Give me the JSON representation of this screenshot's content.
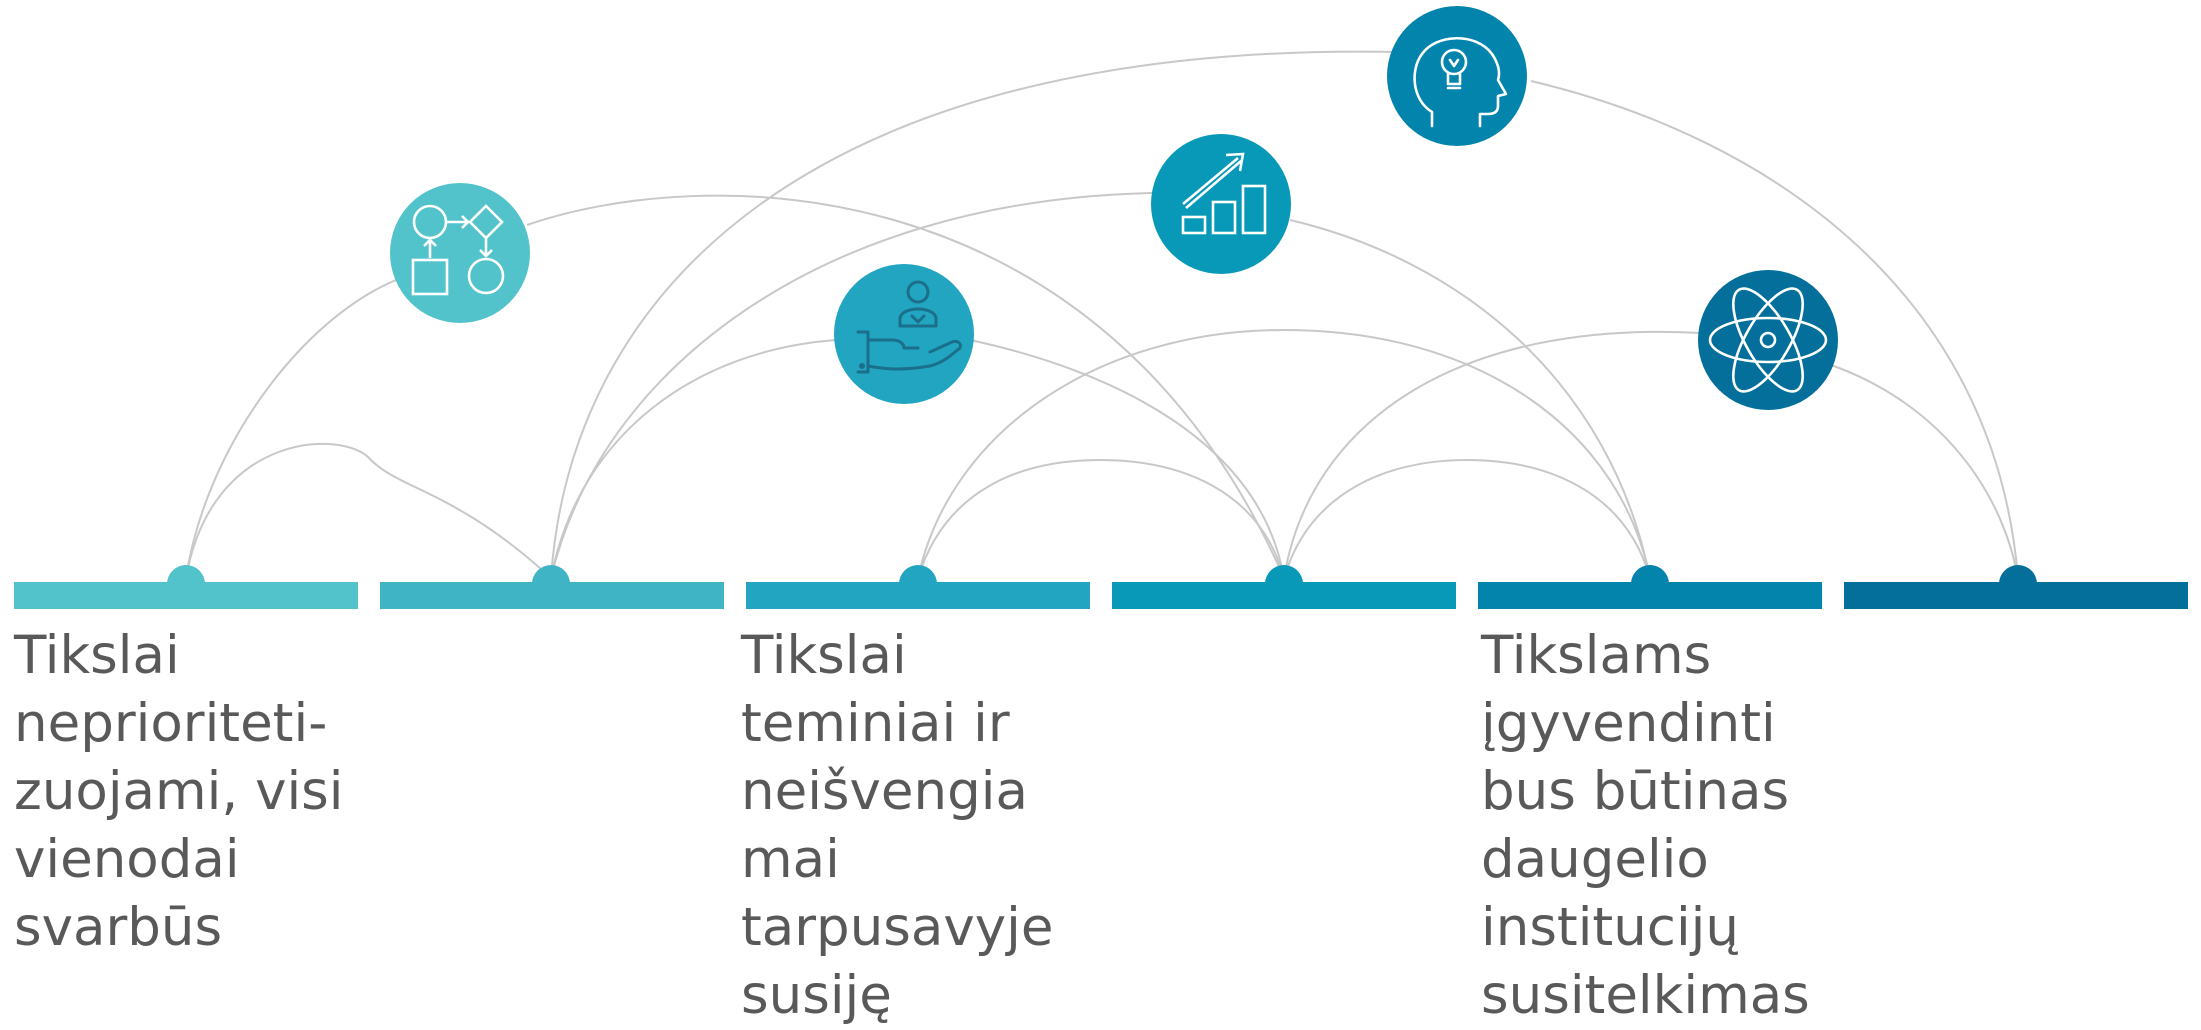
{
  "colors": {
    "segments": [
      "#52c3ca",
      "#3fb4c4",
      "#22a5c0",
      "#0899b9",
      "#0384ad",
      "#036f9a"
    ],
    "arcs": "#c8c8c8",
    "text": "#595959",
    "icon_circles": [
      "#52c3ca",
      "#22a5c0",
      "#0899b9",
      "#0384ad",
      "#036f9a"
    ]
  },
  "icons": [
    {
      "name": "flowchart-icon",
      "color": "#52c3ca"
    },
    {
      "name": "hand-person-icon",
      "color": "#22a5c0"
    },
    {
      "name": "growth-chart-icon",
      "color": "#0899b9"
    },
    {
      "name": "head-lightbulb-icon",
      "color": "#0384ad"
    },
    {
      "name": "atom-icon",
      "color": "#036f9a"
    }
  ],
  "texts": [
    {
      "lines": [
        "Tikslai",
        "neprioriteti-",
        "zuojami, visi",
        "vienodai",
        "svarbūs"
      ]
    },
    {
      "lines": [
        "Tikslai",
        "teminiai ir",
        "neišvengia",
        "mai",
        "tarpusavyje",
        "susiję"
      ]
    },
    {
      "lines": [
        "Tikslams",
        "įgyvendinti",
        "bus būtinas",
        "daugelio",
        "institucijų",
        "susitelkimas"
      ]
    }
  ]
}
